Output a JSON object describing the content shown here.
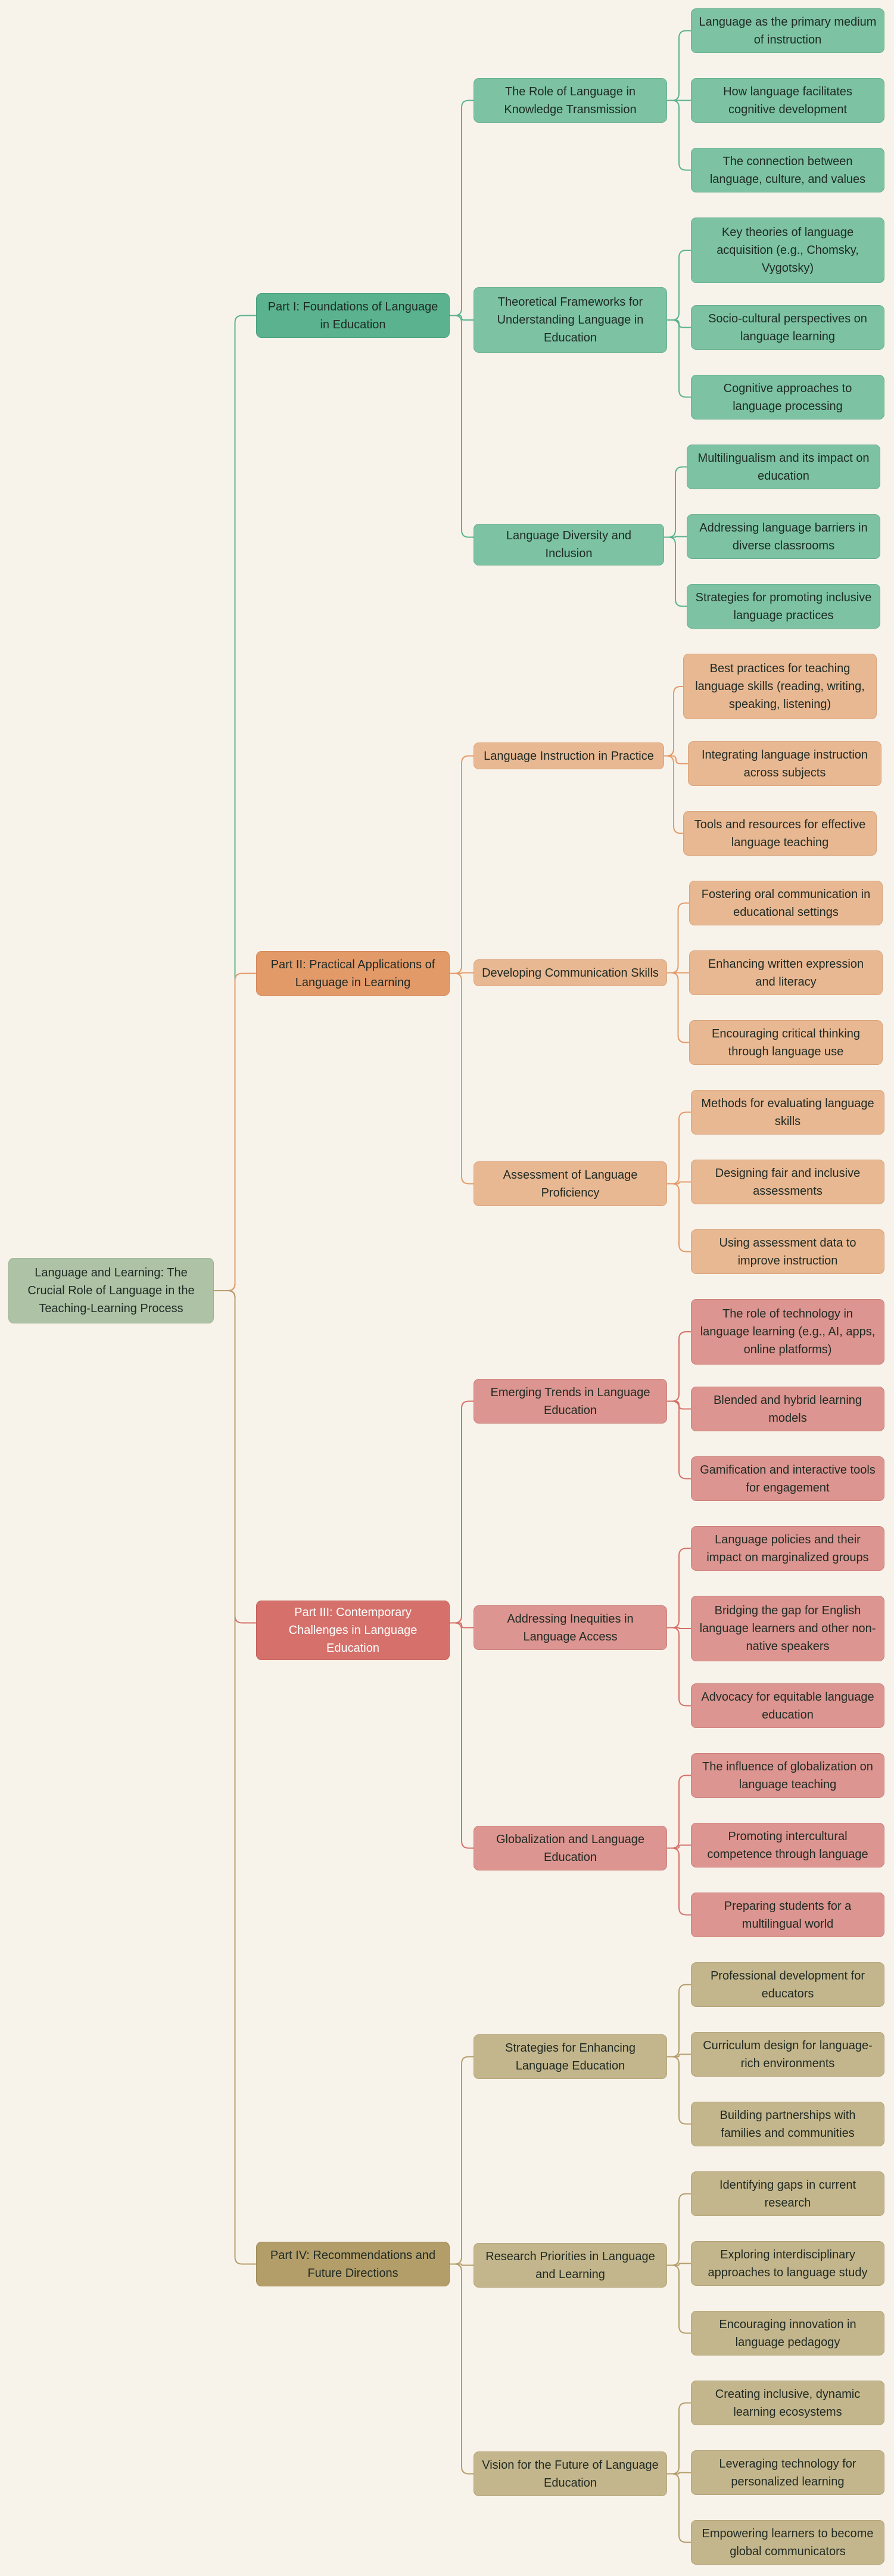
{
  "root": "Language and Learning: The Crucial Role of Language in the Teaching-Learning Process",
  "colors": {
    "background": "#f8f3ea",
    "part1_edge": "#5ab38e",
    "part2_edge": "#e39a69",
    "part3_edge": "#d5706a",
    "part4_edge": "#b39e6a"
  },
  "parts": [
    {
      "label": "Part I: Foundations of Language in Education",
      "sections": [
        {
          "label": "The Role of Language in Knowledge Transmission",
          "items": [
            "Language as the primary medium of instruction",
            "How language facilitates cognitive development",
            "The connection between language, culture, and values"
          ]
        },
        {
          "label": "Theoretical Frameworks for Understanding Language in Education",
          "items": [
            "Key theories of language acquisition (e.g., Chomsky, Vygotsky)",
            "Socio-cultural perspectives on language learning",
            "Cognitive approaches to language processing"
          ]
        },
        {
          "label": "Language Diversity and Inclusion",
          "items": [
            "Multilingualism and its impact on education",
            "Addressing language barriers in diverse classrooms",
            "Strategies for promoting inclusive language practices"
          ]
        }
      ]
    },
    {
      "label": "Part II: Practical Applications of Language in Learning",
      "sections": [
        {
          "label": "Language Instruction in Practice",
          "items": [
            "Best practices for teaching language skills (reading, writing, speaking, listening)",
            "Integrating language instruction across subjects",
            "Tools and resources for effective language teaching"
          ]
        },
        {
          "label": "Developing Communication Skills",
          "items": [
            "Fostering oral communication in educational settings",
            "Enhancing written expression and literacy",
            "Encouraging critical thinking through language use"
          ]
        },
        {
          "label": "Assessment of Language Proficiency",
          "items": [
            "Methods for evaluating language skills",
            "Designing fair and inclusive assessments",
            "Using assessment data to improve instruction"
          ]
        }
      ]
    },
    {
      "label": "Part III: Contemporary Challenges in Language Education",
      "sections": [
        {
          "label": "Emerging Trends in Language Education",
          "items": [
            "The role of technology in language learning (e.g., AI, apps, online platforms)",
            "Blended and hybrid learning models",
            "Gamification and interactive tools for engagement"
          ]
        },
        {
          "label": "Addressing Inequities in Language Access",
          "items": [
            "Language policies and their impact on marginalized groups",
            "Bridging the gap for English language learners and other non-native speakers",
            "Advocacy for equitable language education"
          ]
        },
        {
          "label": "Globalization and Language Education",
          "items": [
            "The influence of globalization on language teaching",
            "Promoting intercultural competence through language",
            "Preparing students for a multilingual world"
          ]
        }
      ]
    },
    {
      "label": "Part IV: Recommendations and Future Directions",
      "sections": [
        {
          "label": "Strategies for Enhancing Language Education",
          "items": [
            "Professional development for educators",
            "Curriculum design for language-rich environments",
            "Building partnerships with families and communities"
          ]
        },
        {
          "label": "Research Priorities in Language and Learning",
          "items": [
            "Identifying gaps in current research",
            "Exploring interdisciplinary approaches to language study",
            "Encouraging innovation in language pedagogy"
          ]
        },
        {
          "label": "Vision for the Future of Language Education",
          "items": [
            "Creating inclusive, dynamic learning ecosystems",
            "Leveraging technology for personalized learning",
            "Empowering learners to become global communicators"
          ]
        }
      ]
    }
  ]
}
